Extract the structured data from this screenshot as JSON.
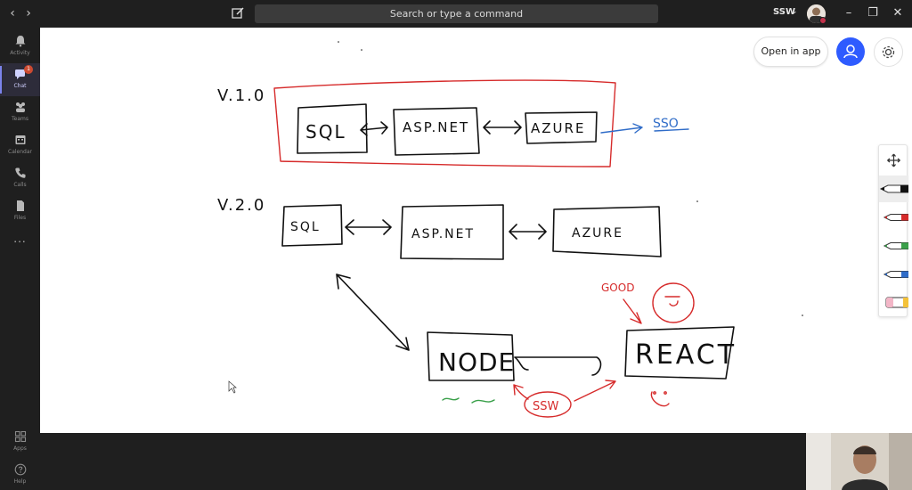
{
  "titlebar": {
    "search_placeholder": "Search or type a command",
    "org_name": "SSW"
  },
  "rail": {
    "items": [
      {
        "label": "Activity",
        "icon": "bell-icon"
      },
      {
        "label": "Chat",
        "icon": "chat-icon",
        "badge": "1"
      },
      {
        "label": "Teams",
        "icon": "teams-icon"
      },
      {
        "label": "Calendar",
        "icon": "calendar-icon"
      },
      {
        "label": "Calls",
        "icon": "phone-icon"
      },
      {
        "label": "Files",
        "icon": "file-icon"
      },
      {
        "label": "...",
        "icon": "more-icon"
      }
    ],
    "bottom_items": [
      {
        "label": "Apps",
        "icon": "apps-icon"
      },
      {
        "label": "Help",
        "icon": "help-icon"
      }
    ]
  },
  "whiteboard": {
    "open_in_app_label": "Open in app",
    "drawing_text": {
      "v1": "V.1.0",
      "v2": "V.2.0",
      "sql": "SQL",
      "asp_net": "ASP.NET",
      "azure": "AZURE",
      "sso": "SSO",
      "node": "NODE",
      "react": "REACT",
      "good": "GOOD",
      "ssw": "SSW"
    },
    "colors": {
      "ink_black": "#111111",
      "ink_red": "#d62b2b",
      "ink_blue": "#2f6cc8",
      "ink_green": "#3aa04a"
    }
  },
  "toolbar": {
    "tools": [
      "move-icon",
      "black-pen-icon",
      "red-pen-icon",
      "green-pen-icon",
      "blue-pen-icon",
      "highlighter-icon"
    ]
  }
}
